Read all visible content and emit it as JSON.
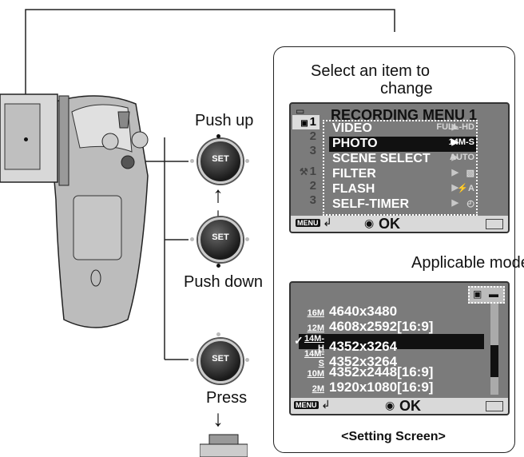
{
  "labels": {
    "push_up": "Push up",
    "push_down": "Push down",
    "press": "Press",
    "select_line1": "Select an item to",
    "select_line2": "change",
    "applicable_mode": "Applicable mode",
    "setting_screen": "<Setting Screen>"
  },
  "buttons": {
    "set_label": "SET"
  },
  "recording_menu": {
    "title": "RECORDING MENU 1",
    "tabs": [
      "1",
      "2",
      "3",
      "1",
      "2",
      "3"
    ],
    "items": [
      {
        "label": "VIDEO",
        "value": "FULL-HD",
        "selected": false
      },
      {
        "label": "PHOTO",
        "value": "14M-S",
        "selected": true
      },
      {
        "label": "SCENE SELECT",
        "value": "AUTO",
        "selected": false
      },
      {
        "label": "FILTER",
        "value": "",
        "selected": false
      },
      {
        "label": "FLASH",
        "value": "⚡A",
        "selected": false
      },
      {
        "label": "SELF-TIMER",
        "value": "",
        "selected": false
      }
    ],
    "footer_menu": "MENU",
    "footer_ok": "OK"
  },
  "setting_screen": {
    "rows": [
      {
        "size": "16M",
        "resolution": "4640x3480",
        "selected": false
      },
      {
        "size": "12M",
        "resolution": "4608x2592[16:9]",
        "selected": false
      },
      {
        "size": "14M-H",
        "resolution": "4352x3264",
        "selected": true
      },
      {
        "size": "14M-S",
        "resolution": "4352x3264",
        "selected": false
      },
      {
        "size": "10M",
        "resolution": "4352x2448[16:9]",
        "selected": false
      },
      {
        "size": "2M",
        "resolution": "1920x1080[16:9]",
        "selected": false
      }
    ],
    "check_mark": "✓",
    "footer_menu": "MENU",
    "footer_ok": "OK"
  },
  "colors": {
    "lcd_bg": "#7b7b7b",
    "highlight": "#111111",
    "footer": "#d9d9d9"
  }
}
